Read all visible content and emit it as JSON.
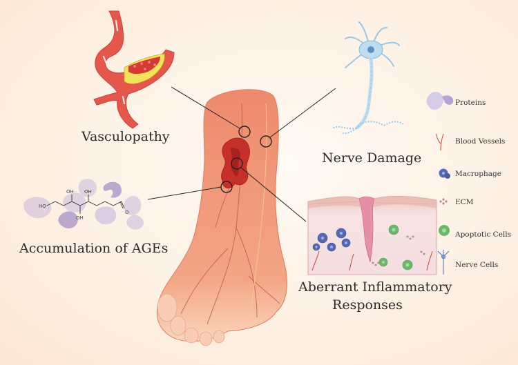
{
  "labels": {
    "vasculopathy": "Vasculopathy",
    "nerve_damage": "Nerve Damage",
    "ages": "Accumulation of AGEs",
    "inflammatory_line1": "Aberrant Inflammatory",
    "inflammatory_line2": "Responses"
  },
  "legend": [
    {
      "key": "proteins",
      "label": "Proteins"
    },
    {
      "key": "blood_vessels",
      "label": "Blood Vessels"
    },
    {
      "key": "macrophage",
      "label": "Macrophage"
    },
    {
      "key": "ecm",
      "label": "ECM"
    },
    {
      "key": "apoptotic",
      "label": "Apoptotic Cells"
    },
    {
      "key": "nerve",
      "label": "Nerve Cells"
    }
  ],
  "chem_labels": {
    "oh1": "OH",
    "oh2": "OH",
    "oh3": "OH",
    "ho": "HO",
    "o": "O"
  },
  "colors": {
    "skin": "#ef8c70",
    "wound": "#c5302b",
    "vessel": "#e5574a",
    "neuron": "#bcdcf0",
    "protein": "#c9b9dc",
    "macrophage": "#5667b3",
    "apoptotic": "#6bb86a",
    "tissue": "#f6e0e2"
  }
}
